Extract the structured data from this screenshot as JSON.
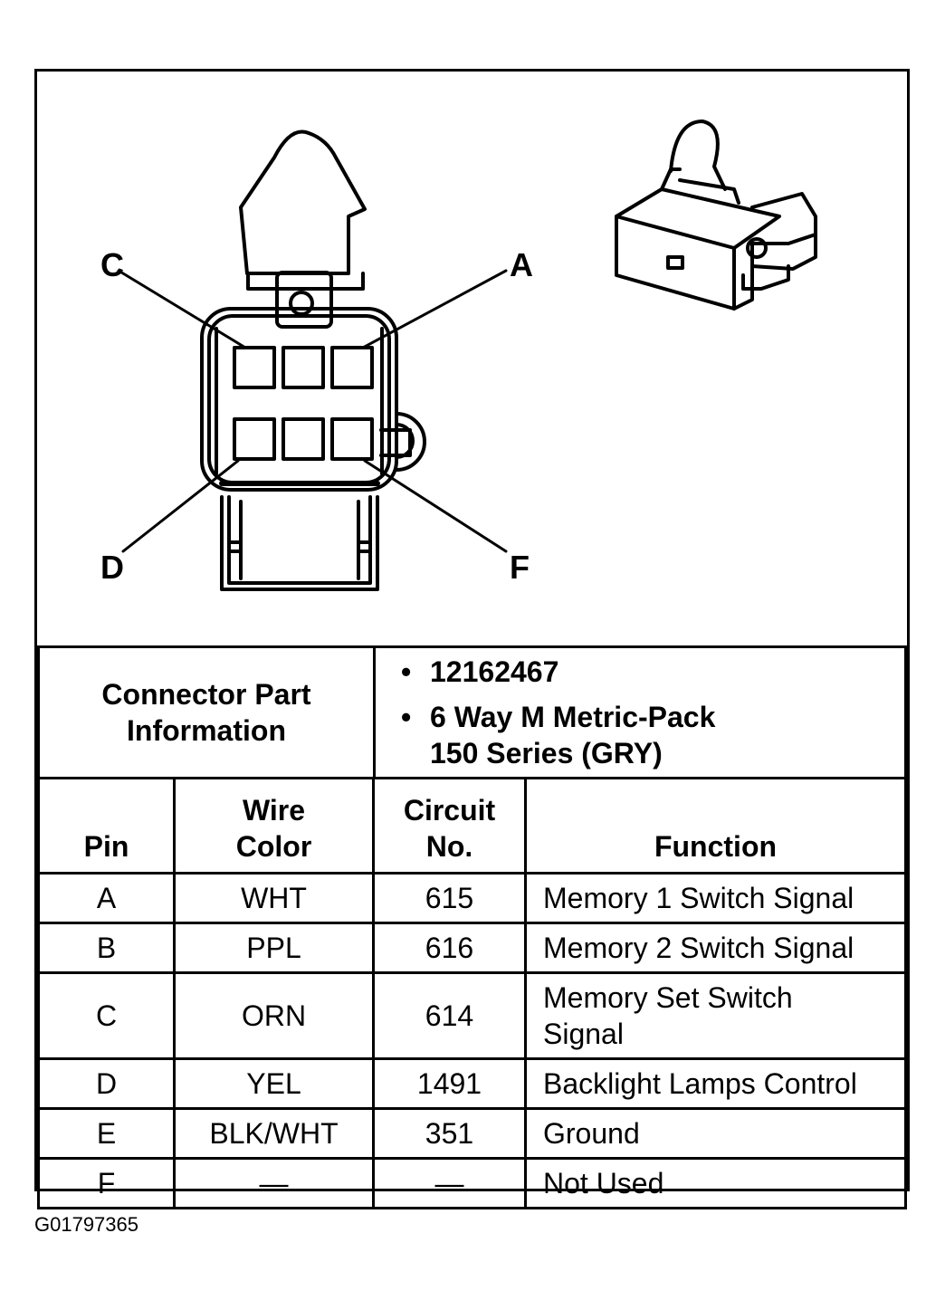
{
  "figure_id": "G01797365",
  "connector": {
    "pin_labels": {
      "a": "A",
      "c": "C",
      "d": "D",
      "f": "F"
    }
  },
  "part_info": {
    "label_line1": "Connector Part",
    "label_line2": "Information",
    "part_number": "12162467",
    "description_line1": "6 Way M Metric-Pack",
    "description_line2": "150 Series (GRY)"
  },
  "table": {
    "headers": {
      "pin": "Pin",
      "wire_color_line1": "Wire",
      "wire_color_line2": "Color",
      "circuit_line1": "Circuit",
      "circuit_line2": "No.",
      "function": "Function"
    },
    "rows": [
      {
        "pin": "A",
        "wire_color": "WHT",
        "circuit": "615",
        "function": "Memory 1 Switch Signal"
      },
      {
        "pin": "B",
        "wire_color": "PPL",
        "circuit": "616",
        "function": "Memory 2 Switch Signal"
      },
      {
        "pin": "C",
        "wire_color": "ORN",
        "circuit": "614",
        "function_line1": "Memory Set Switch",
        "function_line2": "Signal"
      },
      {
        "pin": "D",
        "wire_color": "YEL",
        "circuit": "1491",
        "function": "Backlight Lamps Control"
      },
      {
        "pin": "E",
        "wire_color": "BLK/WHT",
        "circuit": "351",
        "function": "Ground"
      },
      {
        "pin": "F",
        "wire_color": "—",
        "circuit": "—",
        "function": "Not Used"
      }
    ]
  }
}
